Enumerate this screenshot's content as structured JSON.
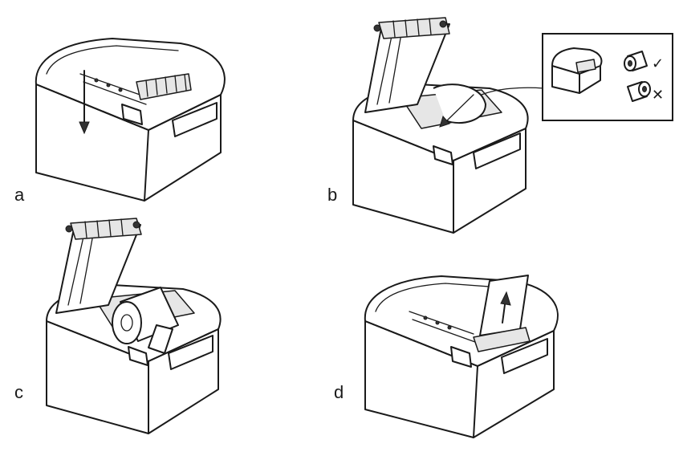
{
  "steps": [
    {
      "id": "a",
      "label": "a"
    },
    {
      "id": "b",
      "label": "b"
    },
    {
      "id": "c",
      "label": "c"
    },
    {
      "id": "d",
      "label": "d"
    }
  ],
  "inset": {
    "correct_mark": "✓",
    "wrong_mark": "✕"
  },
  "icons": [
    "printer-closed",
    "printer-open",
    "paper-roll",
    "arrow-down",
    "arrow-up",
    "check-mark",
    "cross-mark"
  ],
  "colors": {
    "line": "#1a1a1a",
    "background": "#ffffff",
    "shade": "#e6e6e6"
  }
}
